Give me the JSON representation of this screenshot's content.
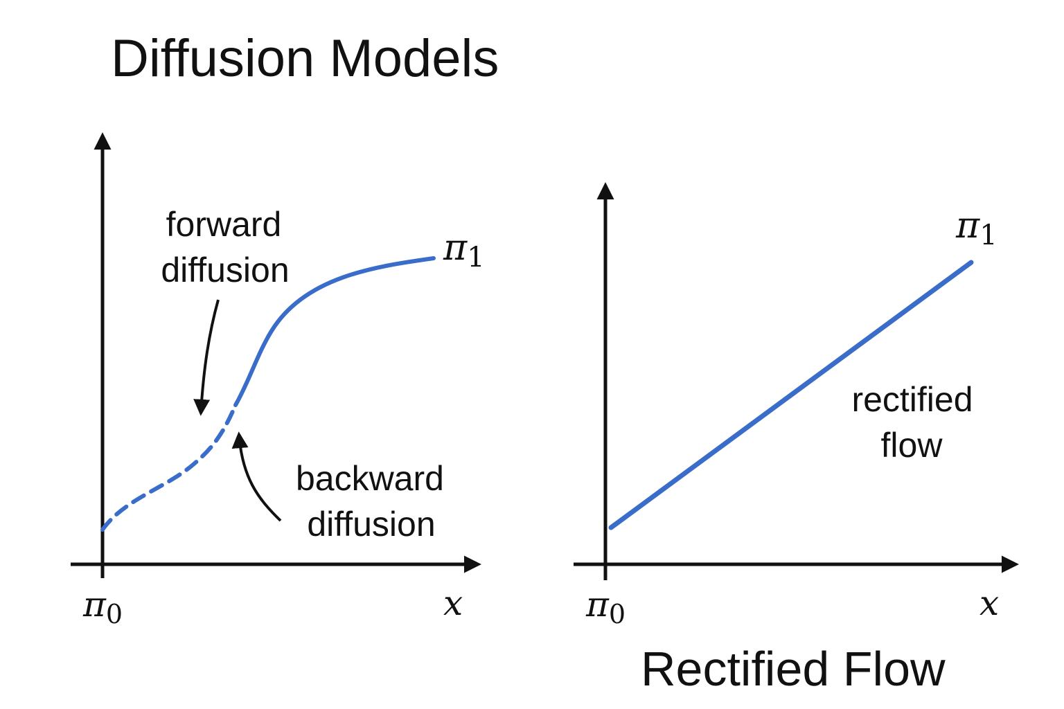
{
  "titles": {
    "left": "Diffusion Models",
    "right": "Rectified Flow"
  },
  "left_panel": {
    "start_label": {
      "symbol": "π",
      "subscript": "0"
    },
    "end_label": {
      "symbol": "π",
      "subscript": "1"
    },
    "axis_label": "x",
    "forward_label": {
      "line1": "forward",
      "line2": "diffusion"
    },
    "backward_label": {
      "line1": "backward",
      "line2": "diffusion"
    }
  },
  "right_panel": {
    "start_label": {
      "symbol": "π",
      "subscript": "0"
    },
    "end_label": {
      "symbol": "π",
      "subscript": "1"
    },
    "axis_label": "x",
    "flow_label": {
      "line1": "rectified",
      "line2": "flow"
    }
  },
  "colors": {
    "curve": "#3a6cc9",
    "axes": "#111111",
    "text": "#111111",
    "background": "#ffffff"
  }
}
